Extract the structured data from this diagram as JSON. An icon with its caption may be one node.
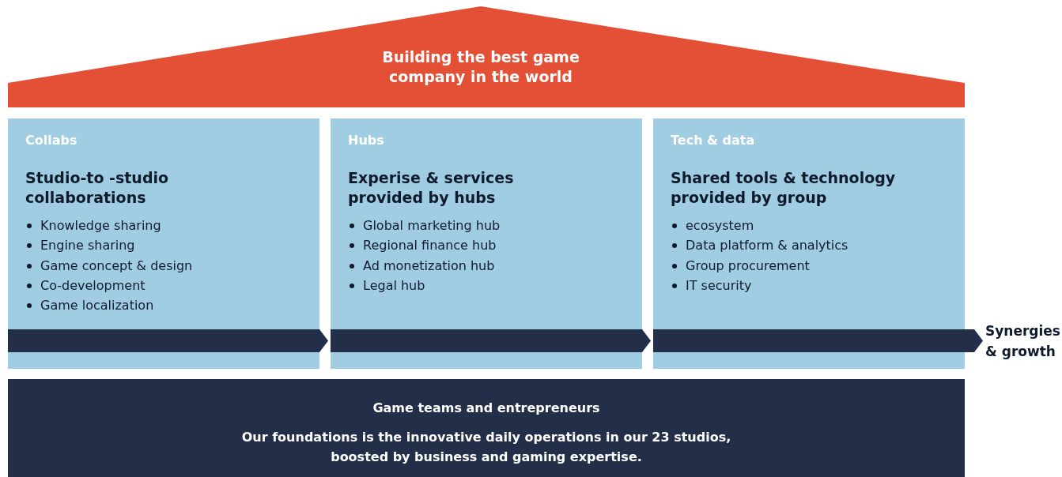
{
  "diagram": {
    "nodes": [
      {
        "text": [
          "Building the best game company in the world"
        ]
      },
      {
        "text": [
          "Collabs",
          "Studio-to -studio collaborations",
          "Knowledge sharing",
          "Engine sharing",
          "Game concept & design",
          "Co-development",
          "Game localization"
        ]
      },
      {
        "text": [
          "Hubs",
          "Experise & services provided by hubs",
          "Global marketing hub",
          "Regional finance hub",
          "Ad monetization hub",
          "Legal hub"
        ]
      },
      {
        "text": [
          "Tech & data",
          "Shared tools & technology provided by group",
          "ecosystem",
          "Data platform & analytics",
          "Group procurement",
          "IT security"
        ]
      },
      {
        "text": [
          "Synergies & growth"
        ]
      },
      {
        "text": [
          "Game teams and entrepreneurs",
          "Our foundations is the innovative daily operations in our 23 studios, boosted by business and gaming expertise."
        ]
      }
    ],
    "edges": [
      {
        "from": 1,
        "to": 2,
        "arrow": "to"
      },
      {
        "from": 2,
        "to": 3,
        "arrow": "to"
      },
      {
        "from": 3,
        "to": 4,
        "arrow": "to"
      }
    ]
  }
}
